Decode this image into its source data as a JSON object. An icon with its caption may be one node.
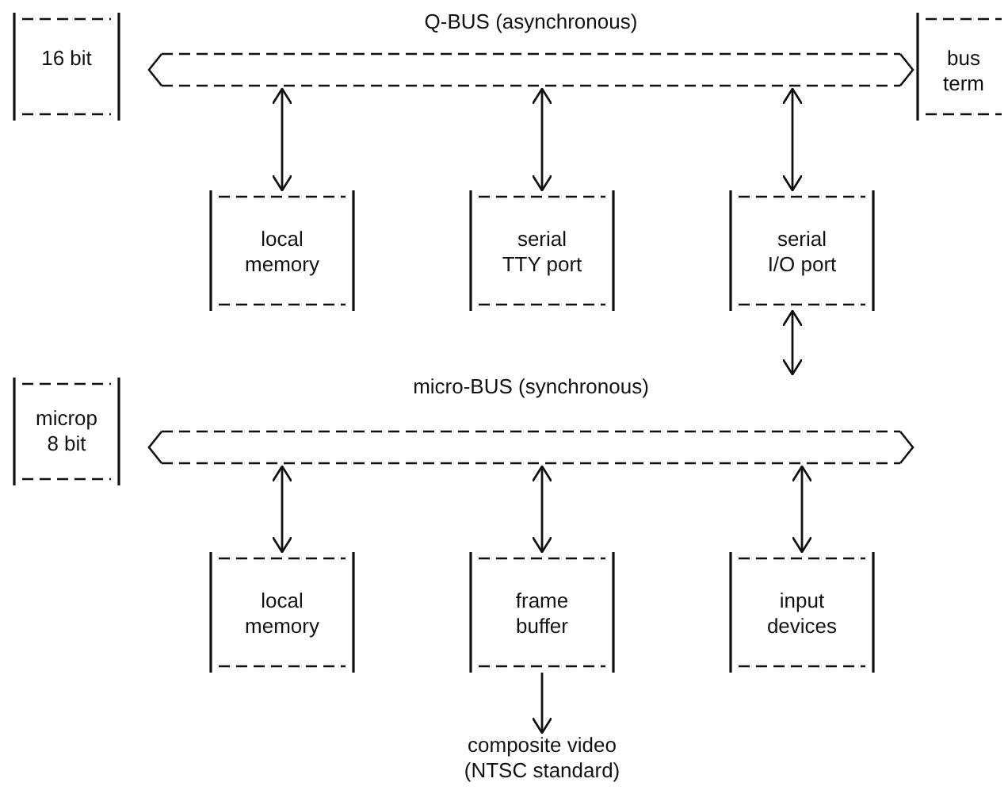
{
  "diagram": {
    "nodes": [
      {
        "text": [
          "16 bit"
        ]
      },
      {
        "text": [
          "Q-BUS (asynchronous)"
        ]
      },
      {
        "text": [
          "bus term"
        ]
      },
      {
        "text": [
          "local memory"
        ]
      },
      {
        "text": [
          "serial TTY port"
        ]
      },
      {
        "text": [
          "serial I/O port"
        ]
      },
      {
        "text": [
          "microp 8 bit"
        ]
      },
      {
        "text": [
          "micro-BUS (synchronous)"
        ]
      },
      {
        "text": [
          "local memory"
        ]
      },
      {
        "text": [
          "frame buffer"
        ]
      },
      {
        "text": [
          "input devices"
        ]
      },
      {
        "text": [
          "composite video (NTSC standard)"
        ]
      }
    ],
    "edges": [
      {
        "from": 1,
        "to": 3,
        "arrow": "both"
      },
      {
        "from": 1,
        "to": 4,
        "arrow": "both"
      },
      {
        "from": 1,
        "to": 5,
        "arrow": "both"
      },
      {
        "from": 5,
        "to": 7,
        "arrow": "both"
      },
      {
        "from": 7,
        "to": 8,
        "arrow": "both"
      },
      {
        "from": 7,
        "to": 9,
        "arrow": "both"
      },
      {
        "from": 7,
        "to": 10,
        "arrow": "both"
      },
      {
        "from": 9,
        "to": 11,
        "arrow": "to"
      }
    ]
  }
}
